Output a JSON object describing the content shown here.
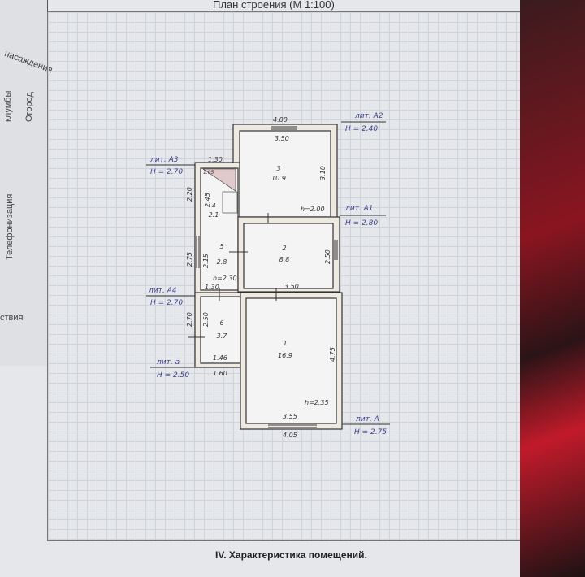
{
  "header": {
    "title": "План строения (М 1:100)"
  },
  "footer": {
    "section": "IV. Характеристика помещений."
  },
  "left_page": {
    "labels": [
      "насаждения",
      "клумбы",
      "Огород",
      "Телефонизация",
      "ствия"
    ]
  },
  "plan": {
    "rooms": [
      {
        "number": "3",
        "area": "10.9"
      },
      {
        "number": "4",
        "area": "2.1"
      },
      {
        "number": "5",
        "area": "2.8"
      },
      {
        "number": "2",
        "area": "8.8"
      },
      {
        "number": "6",
        "area": "3.7"
      },
      {
        "number": "1",
        "area": "16.9"
      }
    ],
    "letters": [
      {
        "name": "лит. А2",
        "height": "Н = 2.40"
      },
      {
        "name": "лит. А3",
        "height": "Н = 2.70"
      },
      {
        "name": "лит. А1",
        "height": "Н = 2.80"
      },
      {
        "name": "лит. А4",
        "height": "Н = 2.70"
      },
      {
        "name": "лит. а",
        "height": "Н = 2.50"
      },
      {
        "name": "лит. А",
        "height": "Н = 2.75"
      }
    ],
    "dimensions": {
      "d400": "4.00",
      "d350a": "3.50",
      "d310": "3.10",
      "d130a": "1.30",
      "d105": "1.05",
      "d220": "2.20",
      "d245": "2.45",
      "h200": "h=2.00",
      "d275": "2.75",
      "d215": "2.15",
      "d250a": "2.50",
      "h230": "h=2.30",
      "d130b": "1.30",
      "d350b": "3.50",
      "d270": "2.70",
      "d250b": "2.50",
      "d146": "1.46",
      "d160": "1.60",
      "d475": "4.75",
      "h235": "h=2.35",
      "d355": "3.55",
      "d405": "4.05"
    }
  }
}
